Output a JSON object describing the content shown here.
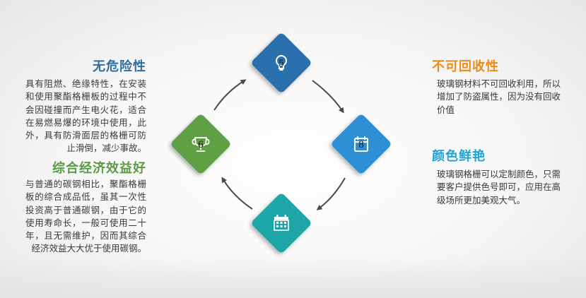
{
  "left_top": {
    "title": "无危险性",
    "text": "具有阻燃、绝缘特性，在安装和使用聚酯格栅板的过程中不会因碰撞而产生电火花，适合在易燃易爆的环境中使用，此外，具有防滑面层的格栅可防止滑倒，减少事故。"
  },
  "left_bottom": {
    "title": "综合经济效益好",
    "text": "与普通的碳钢相比，聚酯格栅板的综合成品低，虽其一次性投资高于普通碳钢，由于它的使用寿命长，一般可使用二十年，且无需维护，因而其综合经济效益大大优于使用碳钢。"
  },
  "right_top": {
    "title": "不可回收性",
    "text": "玻璃钢材料不可回收利用，所以增加了防盗属性，因为没有回收价值"
  },
  "right_bottom": {
    "title": "颜色鲜艳",
    "text": "玻璃钢格栅可以定制颜色，只需要客户提供色号即可，应用在高级场所更加美观大气。"
  },
  "nodes": {
    "top": {
      "icon": "lightbulb-icon",
      "number": "5",
      "color": "#2a70ad"
    },
    "right": {
      "icon": "calendar-icon",
      "number": "8",
      "color": "#2f8fd4"
    },
    "bottom": {
      "icon": "calendar-grid-icon",
      "color": "#1da6a8"
    },
    "left": {
      "icon": "trophy-icon",
      "number": "6",
      "color": "#61a045"
    }
  },
  "colors": {
    "title_blue": "#2f6e9f",
    "title_green": "#5b9b46",
    "title_orange": "#ef8a14",
    "title_cyan": "#1da4d8"
  }
}
